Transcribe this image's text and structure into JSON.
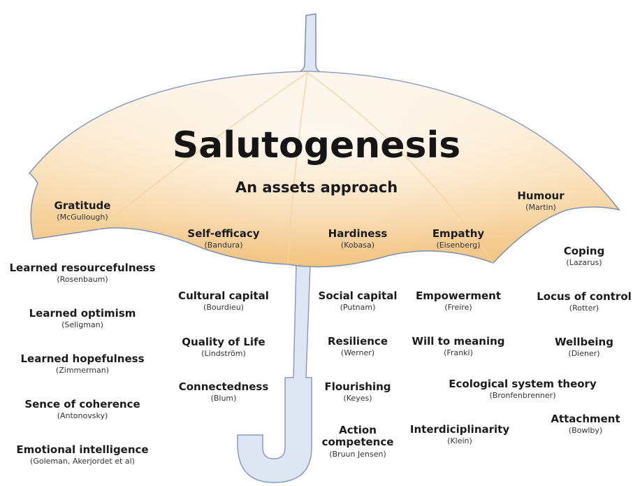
{
  "diagram": {
    "title": "Salutogenesis",
    "subtitle": "An assets approach",
    "concepts": [
      {
        "name": "Gratitude",
        "author": "(McGullough)"
      },
      {
        "name": "Self-efficacy",
        "author": "(Bandura)"
      },
      {
        "name": "Hardiness",
        "author": "(Kobasa)"
      },
      {
        "name": "Empathy",
        "author": "(Eisenberg)"
      },
      {
        "name": "Humour",
        "author": "(Martin)"
      },
      {
        "name": "Coping",
        "author": "(Lazarus)"
      },
      {
        "name": "Learned resourcefulness",
        "author": "(Rosenbaum)"
      },
      {
        "name": "Cultural capital",
        "author": "(Bourdieu)"
      },
      {
        "name": "Social capital",
        "author": "(Putnam)"
      },
      {
        "name": "Empowerment",
        "author": "(Freire)"
      },
      {
        "name": "Locus of control",
        "author": "(Rotter)"
      },
      {
        "name": "Learned optimism",
        "author": "(Seligman)"
      },
      {
        "name": "Quality of Life",
        "author": "(Lindström)"
      },
      {
        "name": "Resilience",
        "author": "(Werner)"
      },
      {
        "name": "Will to meaning",
        "author": "(Frankl)"
      },
      {
        "name": "Wellbeing",
        "author": "(Diener)"
      },
      {
        "name": "Learned hopefulness",
        "author": "(Zimmerman)"
      },
      {
        "name": "Connectedness",
        "author": "(Blum)"
      },
      {
        "name": "Flourishing",
        "author": "(Keyes)"
      },
      {
        "name": "Ecological system theory",
        "author": "(Bronfenbrenner)"
      },
      {
        "name": "Sence of coherence",
        "author": "(Antonovsky)"
      },
      {
        "name": "Attachment",
        "author": "(Bowlby)"
      },
      {
        "name": "Action\ncompetence",
        "author": "(Bruun Jensen)"
      },
      {
        "name": "Interdiciplinarity",
        "author": "(Klein)"
      },
      {
        "name": "Emotional intelligence",
        "author": "(Goleman, Akerjordet et al)"
      }
    ]
  },
  "colors": {
    "canopy_light": "#fdf1e1",
    "canopy_mid": "#f8d9ab",
    "canopy_edge": "#f0c17d",
    "outline": "#7a8fb5",
    "handle": "#dde6f2"
  }
}
